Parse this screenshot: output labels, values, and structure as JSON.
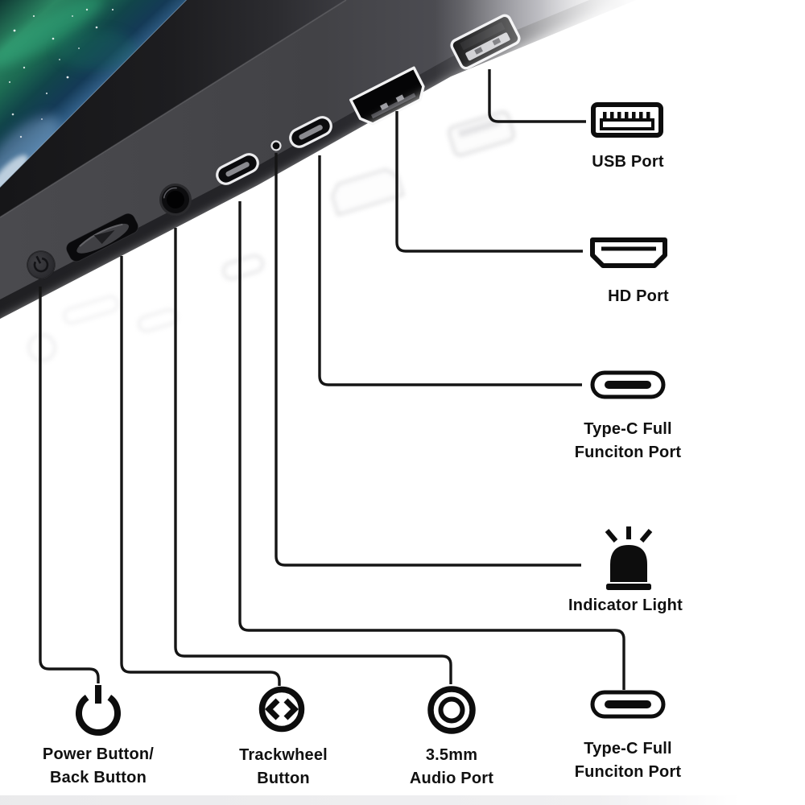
{
  "meta": {
    "description": "Annotated product diagram: edge of a portable monitor with callout lines pointing from each physical port to an icon and text label",
    "background": "#ffffff"
  },
  "style": {
    "callout_line_color": "#151515",
    "label_color": "#101010",
    "icon_color": "#0d0d0d",
    "device_face_color": "#46464a",
    "device_bezel_color": "#1c1c1e",
    "screen_aurora_colors": [
      "#2c8763",
      "#11454a",
      "#86aed2"
    ]
  },
  "callouts": {
    "usb": {
      "line1": "USB Port",
      "icon": "usb-a-icon"
    },
    "hd": {
      "line1": "HD Port",
      "icon": "hdmi-icon"
    },
    "typec_top": {
      "line1": "Type-C Full",
      "line2": "Funciton Port",
      "icon": "usb-c-icon"
    },
    "indicator": {
      "line1": "Indicator Light",
      "icon": "alarm-light-icon"
    },
    "typec_bottom": {
      "line1": "Type-C Full",
      "line2": "Funciton Port",
      "icon": "usb-c-icon"
    },
    "power": {
      "line1": "Power Button/",
      "line2": "Back Button",
      "icon": "power-symbol-icon"
    },
    "trackwheel": {
      "line1": "Trackwheel",
      "line2": "Button",
      "icon": "trackwheel-icon"
    },
    "audio": {
      "line1": "3.5mm",
      "line2": "Audio Port",
      "icon": "audio-jack-icon"
    }
  },
  "device_ports": [
    "power-button",
    "trackwheel",
    "3.5mm-audio-jack",
    "usb-c-port",
    "indicator-hole",
    "usb-c-port",
    "hdmi-port",
    "usb-a-port"
  ]
}
